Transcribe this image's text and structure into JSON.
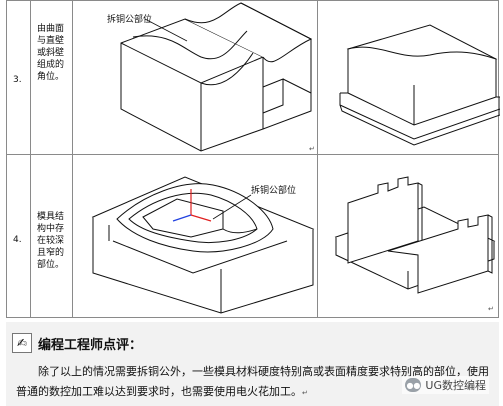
{
  "rows": [
    {
      "number": "3.",
      "description": "由曲面与直壁或斜壁组成的角位。",
      "callout": "拆铜公部位",
      "return_mark": "↵"
    },
    {
      "number": "4.",
      "description": "模具结构中存在较深且窄的部位。",
      "callout": "拆铜公部位",
      "return_mark": "↵"
    }
  ],
  "comment": {
    "icon": "pen-hand-icon",
    "title": "编程工程师点评：",
    "body": "除了以上的情况需要拆铜公外，一些模具材料硬度特别高或表面精度要求特别高的部位，使用普通的数控加工难以达到要求时，也需要使用电火花加工。",
    "return_mark": "↵"
  },
  "watermark": {
    "text": "UG数控编程",
    "icon": "wechat-icon"
  }
}
